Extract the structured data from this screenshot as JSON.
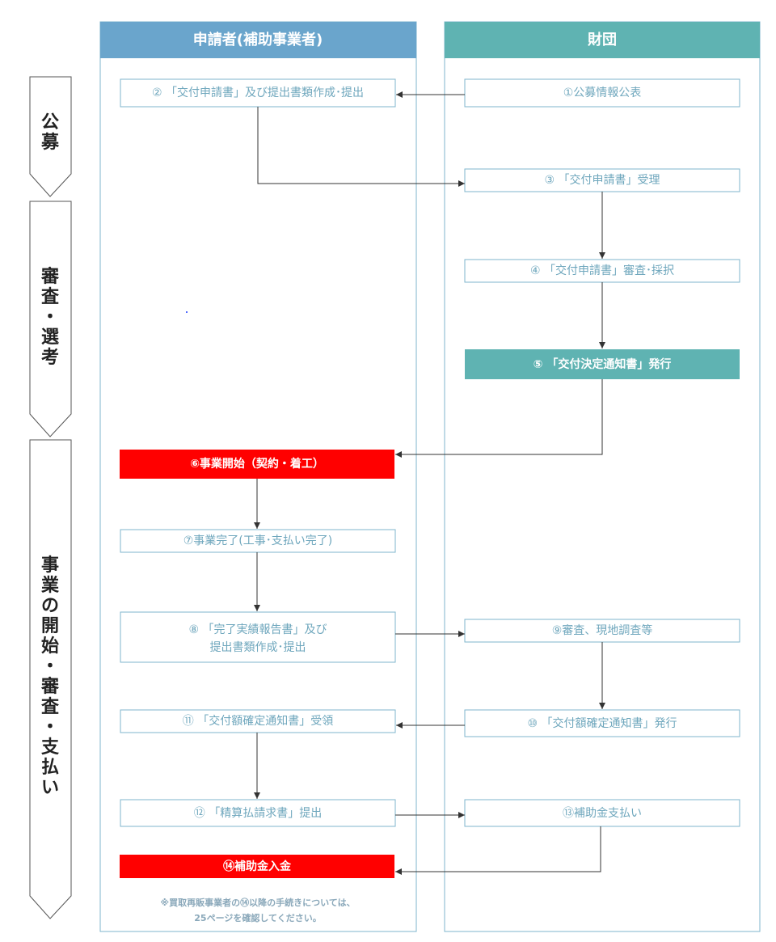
{
  "lanes": {
    "applicant": "申請者(補助事業者)",
    "foundation": "財団"
  },
  "phases": {
    "koubo": [
      "公",
      "募"
    ],
    "shinsa": [
      "審",
      "査",
      "・",
      "選",
      "考"
    ],
    "jigyou": [
      "事",
      "業",
      "の",
      "開",
      "始",
      "・",
      "審",
      "査",
      "・",
      "支",
      "払",
      "い"
    ]
  },
  "steps": {
    "s1": "①公募情報公表",
    "s2": "② 「交付申請書」及び提出書類作成･提出",
    "s3": "③ 「交付申請書」受理",
    "s4": "④ 「交付申請書」審査･採択",
    "s5": "⑤ 「交付決定通知書」発行",
    "s6": "⑥事業開始（契約・着工）",
    "s7": "⑦事業完了(工事･支払い完了)",
    "s8_line1": "⑧ 「完了実績報告書」及び",
    "s8_line2": "提出書類作成･提出",
    "s9": "⑨審査、現地調査等",
    "s10": "⑩ 「交付額確定通知書」発行",
    "s11": "⑪ 「交付額確定通知書」受領",
    "s12": "⑫ 「精算払請求書」提出",
    "s13": "⑬補助金支払い",
    "s14": "⑭補助金入金"
  },
  "note": {
    "line1": "※買取再販事業者の⑭以降の手続きについては、",
    "line2": "25ページを確認してください。"
  },
  "colors": {
    "applicant_header": "#6aa5cc",
    "foundation_header": "#5fb3b2",
    "highlight_teal": "#5fb3b2",
    "highlight_red": "#ff0000",
    "box_border": "#7fb6cc",
    "box_text": "#6fa7bd"
  }
}
